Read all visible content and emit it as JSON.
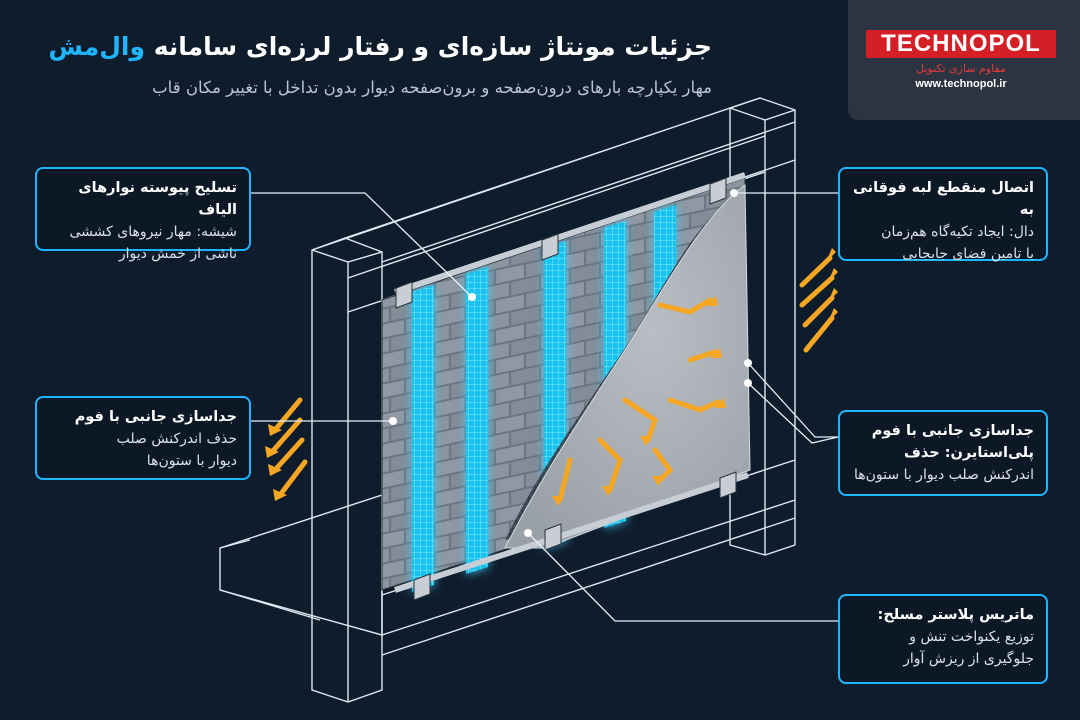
{
  "header": {
    "title_main": "جزئیات مونتاژ سازه‌ای و رفتار لرزه‌ای سامانه ",
    "title_accent": "وال‌مش",
    "subtitle": "مهار یکپارچه بارهای درون‌صفحه و برون‌صفحه دیوار بدون تداخل با تغییر مکان قاب"
  },
  "logo": {
    "name": "TECHNOPOL",
    "tagline": "مقاوم سازی تکنوپل",
    "url": "www.technopol.ir"
  },
  "callouts": {
    "top_left": {
      "title": "تسلیح پیوسته نوارهای الیاف",
      "line1": "شیشه: مهار نیروهای کششی",
      "line2": "ناشی از خمش دیوار"
    },
    "mid_left": {
      "title": "جداسازی جانبی با فوم",
      "line1": "حذف اندرکنش صلب",
      "line2": "دیوار با ستون‌ها"
    },
    "top_right": {
      "title": "اتصال منقطع لبه فوقانی به",
      "line1": "دال: ایجاد تکیه‌گاه هم‌زمان",
      "line2": "با تامین فضای جابجایی"
    },
    "mid_right": {
      "title": "جداسازی جانبی با فوم",
      "line1": "پلی‌استایرن: حذف",
      "line2": "اندرکنش صلب دیوار با ستون‌ها"
    },
    "bottom_right": {
      "title": "ماتریس پلاستر مسلح:",
      "line1": "توزیع یکنواخت تنش و",
      "line2": "جلوگیری از ریزش آوار"
    }
  },
  "colors": {
    "background": "#0f1c2c",
    "accent": "#1fb6ff",
    "arrow": "#f5a623",
    "logo_red": "#d41f26"
  }
}
